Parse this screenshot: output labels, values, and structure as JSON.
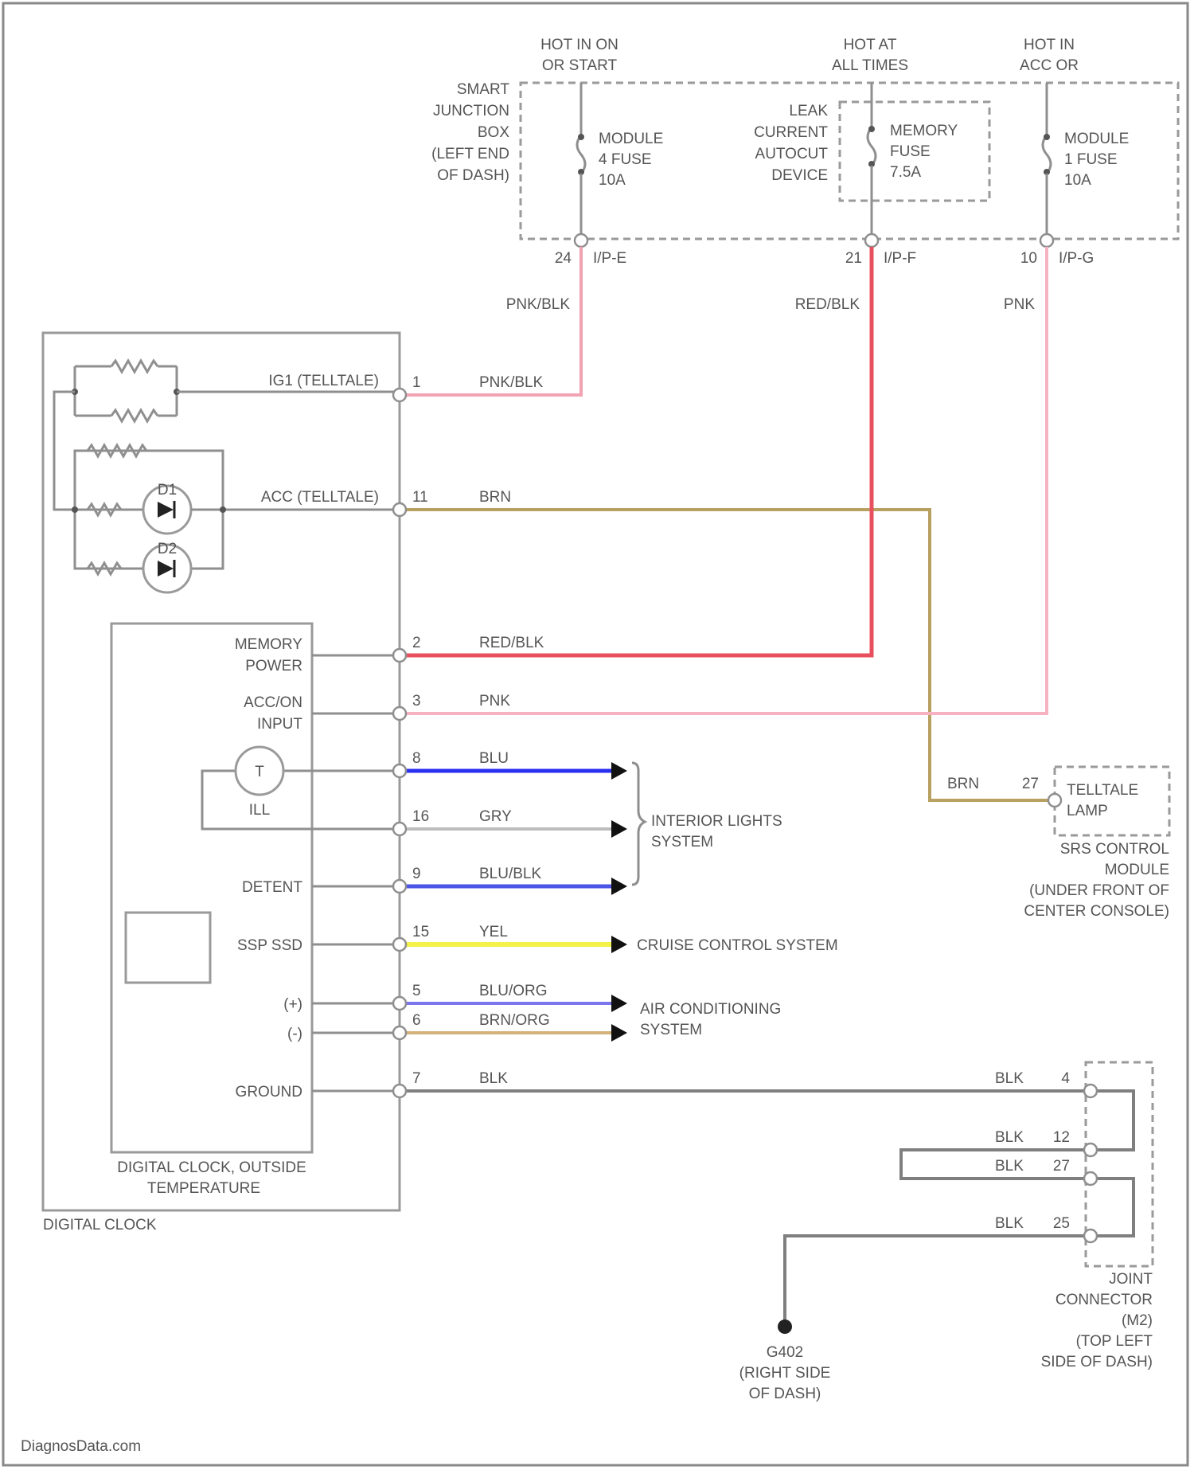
{
  "colors": {
    "pnk_blk": "#f2a3b3",
    "red_blk": "#e8505e",
    "pnk": "#f6b2c0",
    "brn": "#b8a060",
    "blu": "#2a2ff0",
    "gry": "#bdbdbd",
    "blu_blk": "#4b55e6",
    "yel": "#f2f24a",
    "blu_org": "#7a75ea",
    "brn_org": "#d4b27a",
    "blk": "#7f7f7f",
    "frame": "#888888"
  },
  "power": {
    "col1_title": [
      "HOT IN ON",
      "OR START"
    ],
    "col2_title": [
      "HOT AT",
      "ALL TIMES"
    ],
    "col3_title": [
      "HOT IN",
      "ACC OR"
    ],
    "junction_box": [
      "SMART",
      "JUNCTION",
      "BOX",
      "(LEFT END",
      "OF DASH)"
    ],
    "fuse1": [
      "MODULE",
      "4 FUSE",
      "10A"
    ],
    "leak": [
      "LEAK",
      "CURRENT",
      "AUTOCUT",
      "DEVICE"
    ],
    "fuse2": [
      "MEMORY",
      "FUSE",
      "7.5A"
    ],
    "fuse3": [
      "MODULE",
      "1 FUSE",
      "10A"
    ],
    "conn1": {
      "pin": "24",
      "name": "I/P-E",
      "wire": "PNK/BLK"
    },
    "conn2": {
      "pin": "21",
      "name": "I/P-F",
      "wire": "RED/BLK"
    },
    "conn3": {
      "pin": "10",
      "name": "I/P-G",
      "wire": "PNK"
    }
  },
  "clock": {
    "ig1_label": "IG1 (TELLTALE)",
    "acc_label": "ACC (TELLTALE)",
    "d1": "D1",
    "d2": "D2",
    "inner_labels": {
      "memory": [
        "MEMORY",
        "POWER"
      ],
      "accon": [
        "ACC/ON",
        "INPUT"
      ],
      "lamp": "T",
      "ill": "ILL",
      "detent": "DETENT",
      "ssp": "SSP SSD",
      "plus": "(+)",
      "minus": "(-)",
      "ground": "GROUND"
    },
    "inner_title": [
      "DIGITAL CLOCK, OUTSIDE",
      "TEMPERATURE"
    ],
    "outer_title": "DIGITAL CLOCK"
  },
  "pins": [
    {
      "num": "1",
      "wire": "PNK/BLK"
    },
    {
      "num": "11",
      "wire": "BRN"
    },
    {
      "num": "2",
      "wire": "RED/BLK"
    },
    {
      "num": "3",
      "wire": "PNK"
    },
    {
      "num": "8",
      "wire": "BLU"
    },
    {
      "num": "16",
      "wire": "GRY"
    },
    {
      "num": "9",
      "wire": "BLU/BLK"
    },
    {
      "num": "15",
      "wire": "YEL"
    },
    {
      "num": "5",
      "wire": "BLU/ORG"
    },
    {
      "num": "6",
      "wire": "BRN/ORG"
    },
    {
      "num": "7",
      "wire": "BLK"
    }
  ],
  "systems": {
    "interior": [
      "INTERIOR LIGHTS",
      "SYSTEM"
    ],
    "cruise": "CRUISE CONTROL SYSTEM",
    "ac": [
      "AIR CONDITIONING",
      "SYSTEM"
    ]
  },
  "srs": {
    "wire": "BRN",
    "pin": "27",
    "lamp": [
      "TELLTALE",
      "LAMP"
    ],
    "module": [
      "SRS CONTROL",
      "MODULE",
      "(UNDER FRONT OF",
      "CENTER CONSOLE)"
    ]
  },
  "joint": {
    "rows": [
      {
        "wire": "BLK",
        "pin": "4"
      },
      {
        "wire": "BLK",
        "pin": "12"
      },
      {
        "wire": "BLK",
        "pin": "27"
      },
      {
        "wire": "BLK",
        "pin": "25"
      }
    ],
    "label": [
      "JOINT",
      "CONNECTOR",
      "(M2)",
      "(TOP LEFT",
      "SIDE OF DASH)"
    ]
  },
  "ground": [
    "G402",
    "(RIGHT SIDE",
    "OF DASH)"
  ],
  "watermark": "DiagnosData.com"
}
